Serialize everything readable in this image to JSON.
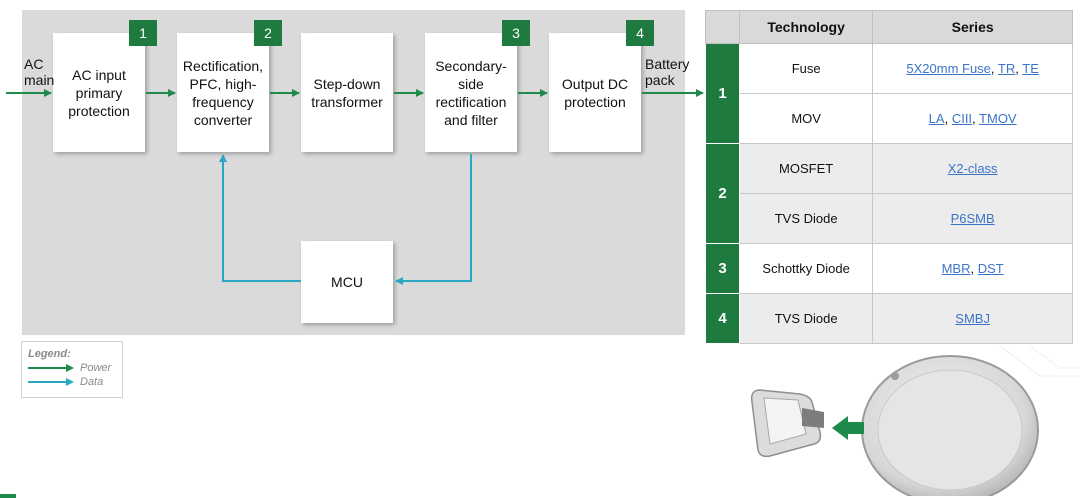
{
  "diagram": {
    "input_label": "AC\nmain",
    "output_label": "Battery\npack",
    "blocks": [
      {
        "id": "ac-input",
        "label": "AC input primary protection",
        "badge": "1"
      },
      {
        "id": "rectification",
        "label": "Rectification, PFC, high-frequency converter",
        "badge": "2"
      },
      {
        "id": "step-down",
        "label": "Step-down transformer",
        "badge": ""
      },
      {
        "id": "secondary",
        "label": "Secondary-side rectification and filter",
        "badge": "3"
      },
      {
        "id": "output-dc",
        "label": "Output DC protection",
        "badge": "4"
      },
      {
        "id": "mcu",
        "label": "MCU",
        "badge": ""
      }
    ],
    "colors": {
      "power": "#1f8a4c",
      "data": "#2aa7c4",
      "badge": "#1f7a3f"
    }
  },
  "legend": {
    "title": "Legend:",
    "power": "Power",
    "data": "Data"
  },
  "table": {
    "headers": [
      "Technology",
      "Series"
    ],
    "groups": [
      {
        "num": "1",
        "rows": [
          {
            "tech": "Fuse",
            "series": [
              "5X20mm Fuse",
              "TR",
              "TE"
            ]
          },
          {
            "tech": "MOV",
            "series": [
              "LA",
              "CIII",
              "TMOV"
            ]
          }
        ]
      },
      {
        "num": "2",
        "rows": [
          {
            "tech": "MOSFET",
            "series": [
              "X2-class"
            ]
          },
          {
            "tech": "TVS Diode",
            "series": [
              "P6SMB"
            ]
          }
        ]
      },
      {
        "num": "3",
        "rows": [
          {
            "tech": "Schottky Diode",
            "series": [
              "MBR",
              "DST"
            ]
          }
        ]
      },
      {
        "num": "4",
        "rows": [
          {
            "tech": "TVS Diode",
            "series": [
              "SMBJ"
            ]
          }
        ]
      }
    ]
  }
}
